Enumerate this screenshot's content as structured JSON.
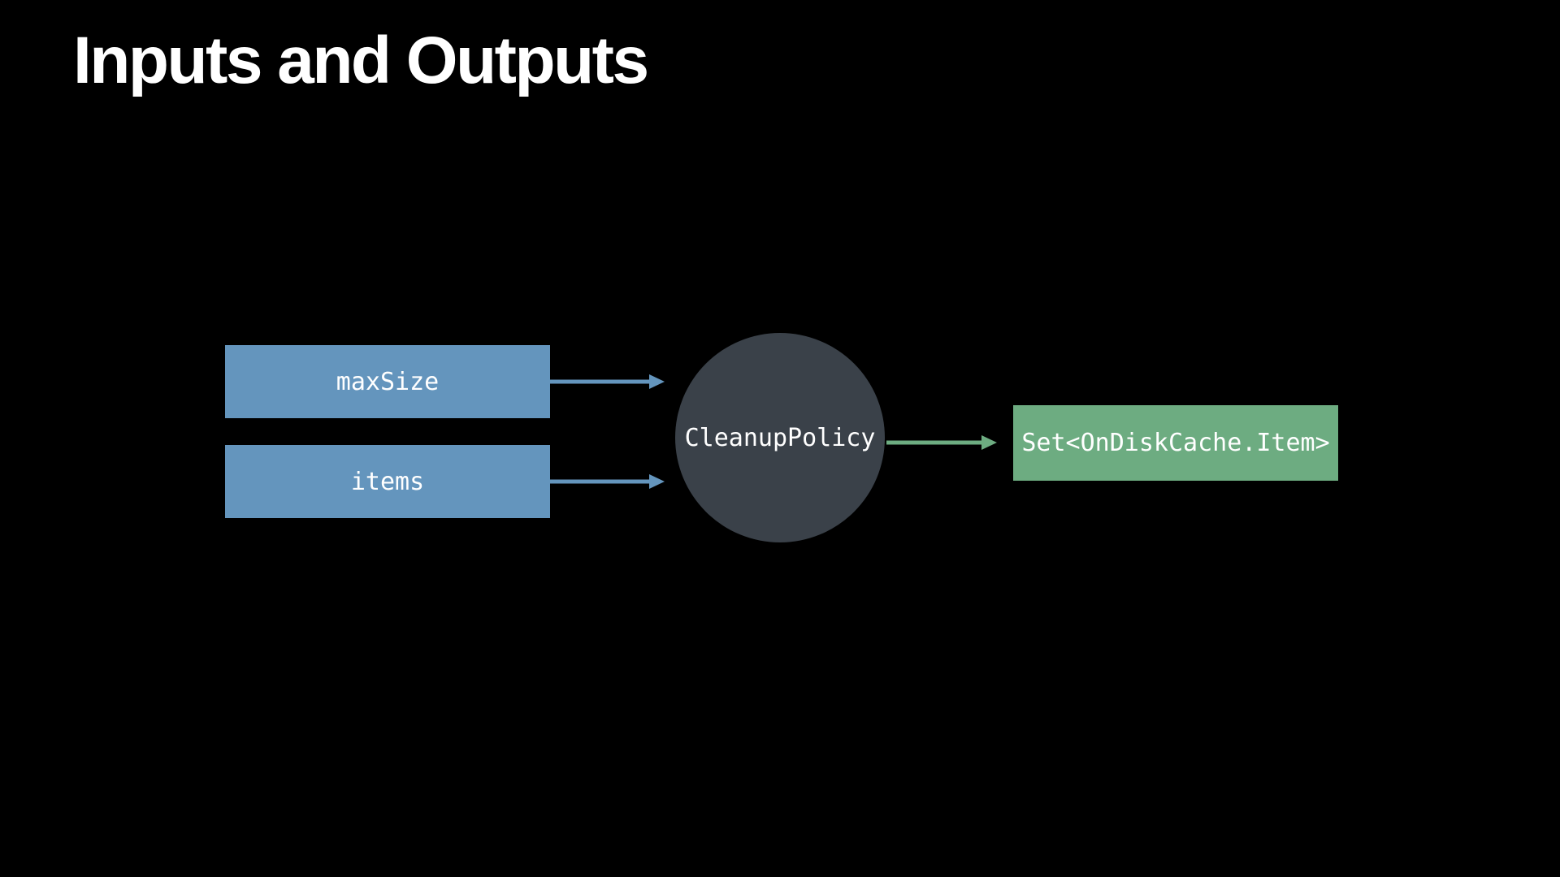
{
  "slide": {
    "title": "Inputs and Outputs",
    "background_color": "#000000",
    "title_color": "#ffffff",
    "label_text_color": "#ffffff"
  },
  "diagram": {
    "inputs": [
      {
        "label": "maxSize",
        "color": "#6495bd"
      },
      {
        "label": "items",
        "color": "#6495bd"
      }
    ],
    "process": {
      "label": "CleanupPolicy",
      "shape": "circle",
      "color": "#3a4149"
    },
    "output": {
      "label": "Set<OnDiskCache.Item>",
      "color": "#6dac81"
    },
    "arrows": [
      {
        "name": "maxSize-to-CleanupPolicy",
        "color": "#6495bd"
      },
      {
        "name": "items-to-CleanupPolicy",
        "color": "#6495bd"
      },
      {
        "name": "CleanupPolicy-to-output",
        "color": "#6dac81"
      }
    ]
  }
}
